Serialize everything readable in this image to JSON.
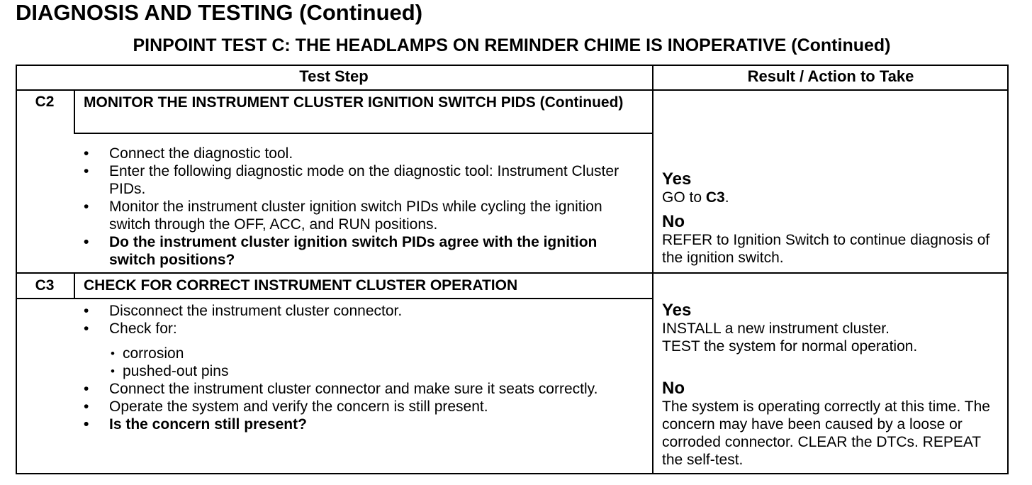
{
  "page_title": "DIAGNOSIS AND TESTING (Continued)",
  "test_title": "PINPOINT TEST  C: THE HEADLAMPS ON REMINDER CHIME IS INOPERATIVE (Continued)",
  "headers": {
    "step": "Test Step",
    "result": "Result / Action to Take"
  },
  "c2": {
    "id": "C2",
    "title": "MONITOR THE INSTRUMENT CLUSTER IGNITION SWITCH PIDS (Continued)",
    "steps": [
      "Connect the diagnostic tool.",
      "Enter the following diagnostic mode on the diagnostic tool: Instrument Cluster PIDs.",
      "Monitor the instrument cluster ignition switch PIDs while cycling the ignition switch through the OFF, ACC, and RUN positions.",
      "Do the instrument cluster ignition switch PIDs agree with the ignition switch positions?"
    ],
    "yes_label": "Yes",
    "yes_prefix": "GO to ",
    "yes_target": "C3",
    "yes_suffix": ".",
    "no_label": "No",
    "no_text": "REFER to Ignition Switch to continue diagnosis of the ignition switch."
  },
  "c3": {
    "id": "C3",
    "title": "CHECK FOR CORRECT INSTRUMENT CLUSTER OPERATION",
    "steps": [
      "Disconnect the instrument cluster connector.",
      "Check for:",
      "Connect the instrument cluster connector and make sure it seats correctly.",
      "Operate the system and verify the concern is still present.",
      "Is the concern still present?"
    ],
    "sub_items": [
      "corrosion",
      "pushed-out pins"
    ],
    "yes_label": "Yes",
    "yes_lines": [
      "INSTALL a new instrument cluster.",
      "TEST the system for normal operation."
    ],
    "no_label": "No",
    "no_text": "The system is operating correctly at this time. The concern may have been caused by a loose or corroded connector. CLEAR the DTCs. REPEAT the self-test."
  }
}
